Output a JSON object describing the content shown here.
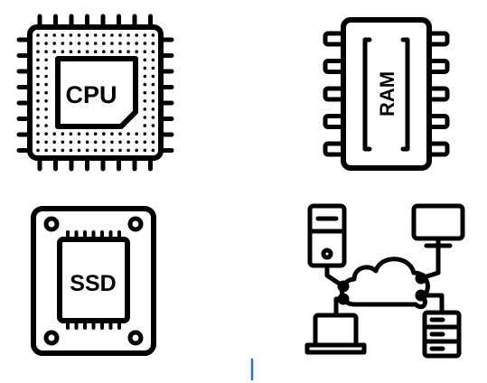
{
  "icons": [
    {
      "name": "cpu-chip-icon",
      "label": "CPU"
    },
    {
      "name": "ram-module-icon",
      "label": "RAM"
    },
    {
      "name": "ssd-drive-icon",
      "label": "SSD"
    },
    {
      "name": "cloud-network-icon",
      "label": ""
    }
  ],
  "colors": {
    "stroke": "#000000",
    "background": "#ffffff",
    "cursor": "#2f6fd0"
  }
}
